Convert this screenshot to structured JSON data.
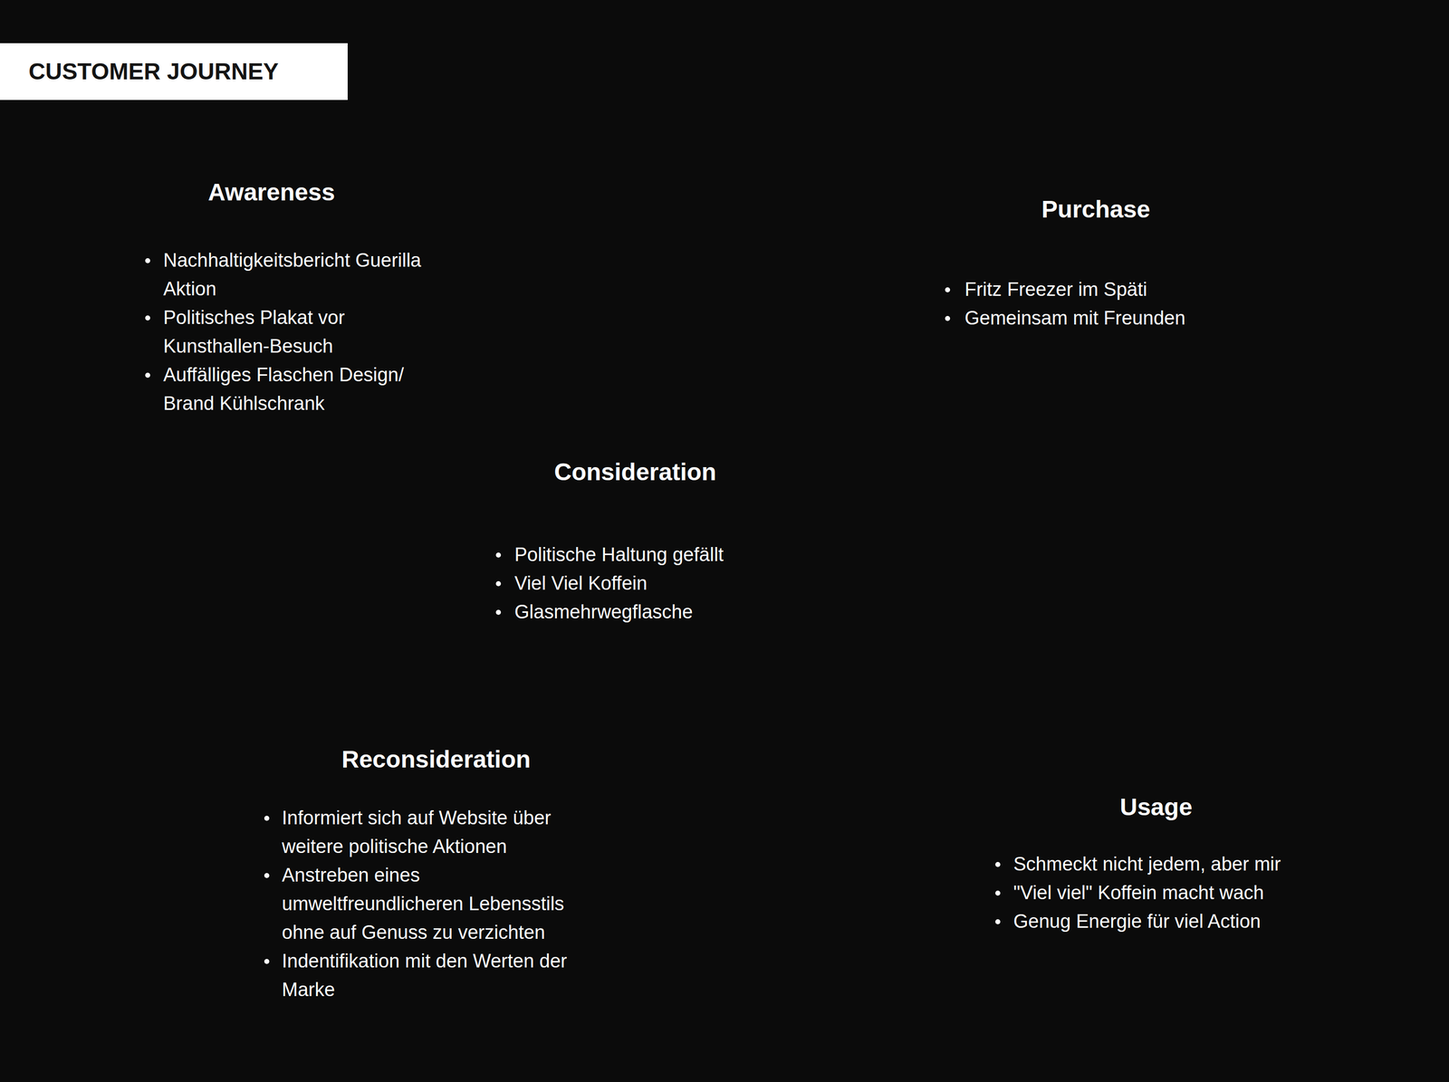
{
  "diagram": {
    "title": "CUSTOMER JOURNEY",
    "nodes": [
      {
        "text": [
          "Awareness",
          "Nachhaltigkeitsbericht Guerilla Aktion",
          "Politisches Plakat vor Kunsthallen-Besuch",
          "Auffälliges Flaschen Design/ Brand Kühlschrank"
        ]
      },
      {
        "text": [
          "Consideration",
          "Politische Haltung gefällt",
          "Viel Viel Koffein",
          "Glasmehrwegflasche"
        ]
      },
      {
        "text": [
          "Purchase",
          "Fritz Freezer im Späti",
          "Gemeinsam mit Freunden"
        ]
      },
      {
        "text": [
          "Usage",
          "Schmeckt nicht jedem, aber mir",
          "\"Viel viel\" Koffein macht wach",
          "Genug Energie für viel Action"
        ]
      },
      {
        "text": [
          "Reconsideration",
          "Informiert sich auf Website über weitere politische Aktionen",
          "Anstreben eines umweltfreundlicheren Lebensstils ohne auf Genuss zu verzichten",
          "Indentifikation mit den Werten der Marke"
        ]
      }
    ],
    "edges": [
      {
        "from": 0,
        "to": 1,
        "arrow": "to"
      },
      {
        "from": 1,
        "to": 2,
        "arrow": "to"
      },
      {
        "from": 2,
        "to": 3,
        "arrow": "to"
      },
      {
        "from": 3,
        "to": 4,
        "arrow": "to"
      }
    ]
  }
}
